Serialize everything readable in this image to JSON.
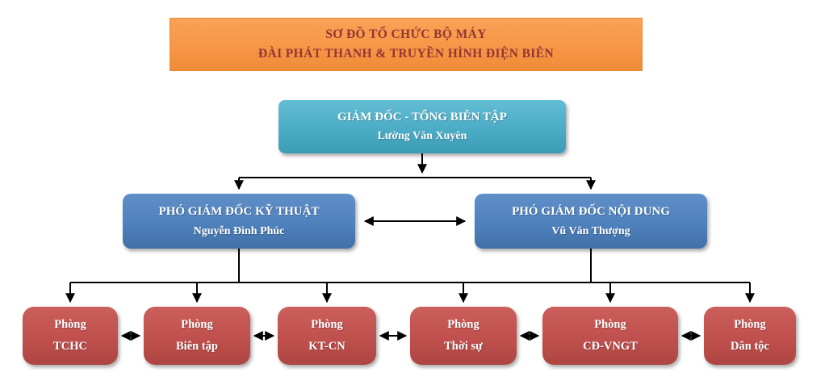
{
  "header": {
    "title_line1": "SƠ ĐỒ TỔ CHỨC BỘ MÁY",
    "title_line2": "ĐÀI PHÁT THANH & TRUYỀN HÌNH ĐIỆN BIÊN"
  },
  "director": {
    "title": "GIÁM ĐỐC - TỔNG BIÊN TẬP",
    "name": "Lường Văn Xuyên"
  },
  "deputies": [
    {
      "title": "PHÓ GIÁM ĐỐC KỸ THUẬT",
      "name": "Nguyễn Đình Phúc"
    },
    {
      "title": "PHÓ GIÁM ĐỐC NỘI DUNG",
      "name": "Vũ Văn Thượng"
    }
  ],
  "departments": [
    {
      "line1": "Phòng",
      "line2": "TCHC"
    },
    {
      "line1": "Phòng",
      "line2": "Biên tập"
    },
    {
      "line1": "Phòng",
      "line2": "KT-CN"
    },
    {
      "line1": "Phòng",
      "line2": "Thời sự"
    },
    {
      "line1": "Phòng",
      "line2": "CĐ-VNGT"
    },
    {
      "line1": "Phòng",
      "line2": "Dân tộc"
    }
  ],
  "colors": {
    "header_bg": "#F79646",
    "header_text": "#943634",
    "director_bg": "#4BACC6",
    "deputy_bg": "#4F81BD",
    "department_bg": "#C0504D",
    "node_text": "#FFFFFF",
    "connector": "#000000"
  }
}
